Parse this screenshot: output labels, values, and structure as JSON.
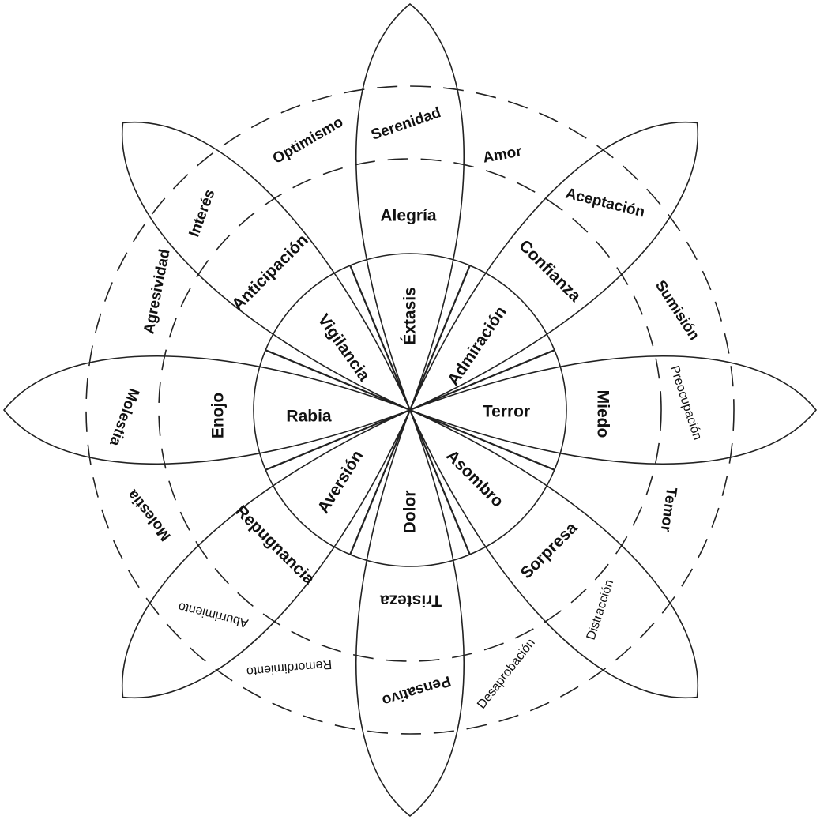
{
  "primary": {
    "inner": [
      "Éxtasis",
      "Admiración",
      "Terror",
      "Asombro",
      "Dolor",
      "Aversión",
      "Rabia",
      "Vigilancia"
    ],
    "middle": [
      "Alegría",
      "Confianza",
      "Miedo",
      "Sorpresa",
      "Tristeza",
      "Repugnancia",
      "Enojo",
      "Anticipación"
    ],
    "outer": [
      "Serenidad",
      "Aceptación",
      "Preocupación",
      "Distracción",
      "Pensativo",
      "Aburrimiento",
      "Molestia",
      "Interés"
    ]
  },
  "dyads": [
    "Amor",
    "Sumisión",
    "Temor",
    "Desaprobación",
    "Remordimiento",
    "Molestia",
    "Agresividad",
    "Optimismo"
  ]
}
